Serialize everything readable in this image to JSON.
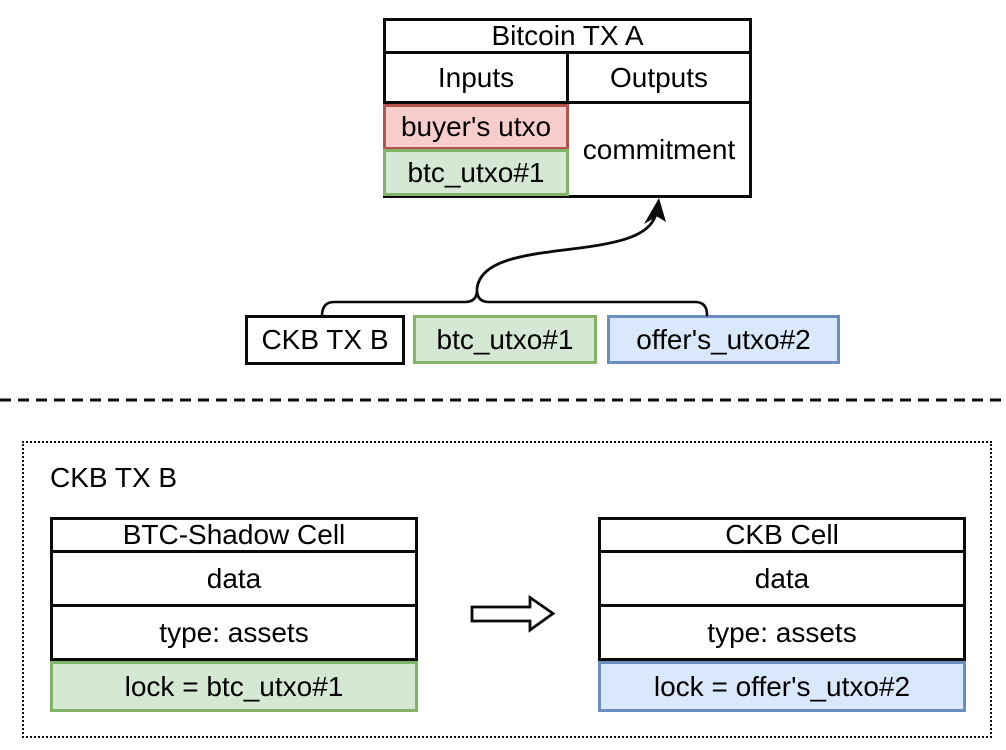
{
  "colors": {
    "red_fill": "#f8cecc",
    "red_stroke": "#b85450",
    "green_fill": "#d5e8d4",
    "green_stroke": "#82b366",
    "blue_fill": "#dae8fc",
    "blue_stroke": "#6c8ebf",
    "line": "#0b0b0b"
  },
  "bitcoin_tx_a": {
    "title": "Bitcoin TX A",
    "inputs_header": "Inputs",
    "outputs_header": "Outputs",
    "inputs": [
      {
        "label": "buyer's utxo",
        "variant": "red"
      },
      {
        "label": "btc_utxo#1",
        "variant": "green"
      }
    ],
    "output_label": "commitment"
  },
  "tx_row": {
    "ckb_tx_label": "CKB TX B",
    "btc_utxo_label": "btc_utxo#1",
    "offer_utxo_label": "offer's_utxo#2"
  },
  "icons": {
    "commitment_arrow": "curved-up-arrow",
    "grouping_brace": "horizontal-brace",
    "transform_arrow": "hollow-right-arrow",
    "section_divider": "dashed-line"
  },
  "ckb_tx_b_section": {
    "title": "CKB TX B",
    "left_cell": {
      "title": "BTC-Shadow Cell",
      "rows": [
        "data",
        "type: assets"
      ],
      "lock_row": "lock = btc_utxo#1",
      "lock_variant": "green"
    },
    "right_cell": {
      "title": "CKB Cell",
      "rows": [
        "data",
        "type: assets"
      ],
      "lock_row": "lock = offer's_utxo#2",
      "lock_variant": "blue"
    }
  }
}
